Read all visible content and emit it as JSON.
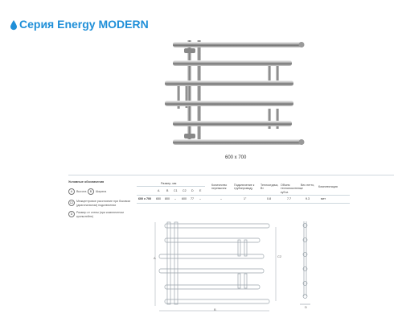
{
  "header": {
    "title": "Серия Energy MODERN",
    "accent": "#1f8fd8"
  },
  "product": {
    "caption": "600 x 700"
  },
  "legend": {
    "title": "Условные обозначения",
    "items": [
      {
        "key": "A",
        "label": "Высота"
      },
      {
        "key": "B",
        "label": "Ширина"
      },
      {
        "key": "C2",
        "label": "Межцентровое расстояние при боковом (диагональном) подключении"
      },
      {
        "key": "D",
        "label": "Размер от стены (при комплектном кронштейне)"
      }
    ]
  },
  "table": {
    "group_header": "Размер, мм",
    "size_cols": [
      "A",
      "B",
      "C1",
      "C2",
      "D",
      "E"
    ],
    "other_cols": [
      "Количество перемычек",
      "Подключение к трубопроводу",
      "Теплоотдача, Вт",
      "Объем теплоносителя, куб.м.",
      "Вес нетто, кг",
      "Комплектация"
    ],
    "rows": [
      {
        "model": "600 x 700",
        "sizes": [
          "650",
          "800",
          "–",
          "600",
          "77",
          "–"
        ],
        "others": [
          "–",
          "1\"",
          "0.8",
          "7.7",
          "9.3",
          "мет"
        ]
      }
    ]
  },
  "drawing": {
    "front_labels": {
      "height": "A",
      "center": "C2",
      "width": "B"
    },
    "side_label": "D"
  }
}
